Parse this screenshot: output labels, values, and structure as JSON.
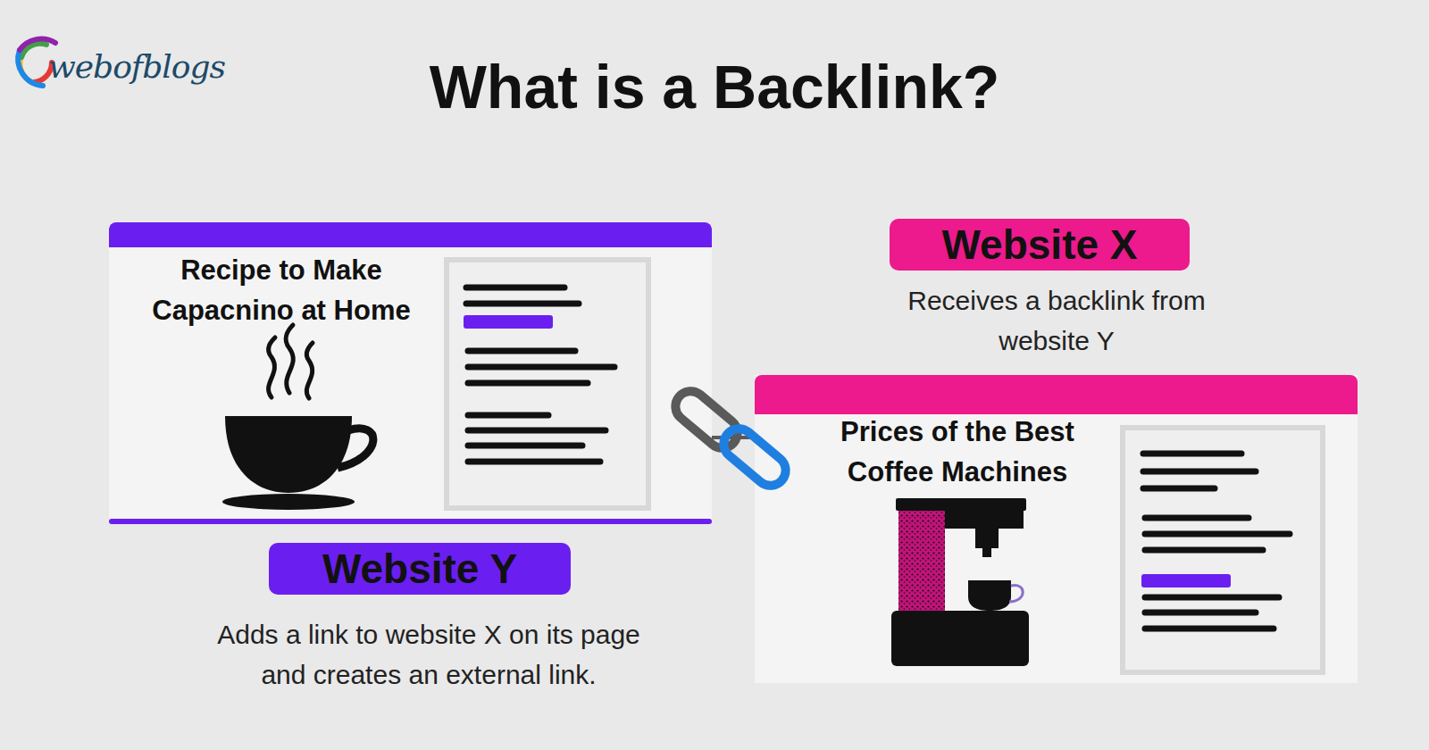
{
  "diagram": {
    "title": "What is a Backlink?",
    "nodes": [
      {
        "text": [
          "Recipe to Make Capacnino at Home"
        ]
      },
      {
        "text": [
          "Website Y"
        ]
      },
      {
        "text": [
          "Website X"
        ]
      },
      {
        "text": [
          "Prices of the Best Coffee Machines"
        ]
      }
    ],
    "edges": [
      {
        "from": 0,
        "to": 3,
        "arrow": "none"
      }
    ],
    "labels": [
      "webofblogs",
      "Adds a link to website X on its page and creates an external link.",
      "Receives a backlink from website Y"
    ]
  }
}
